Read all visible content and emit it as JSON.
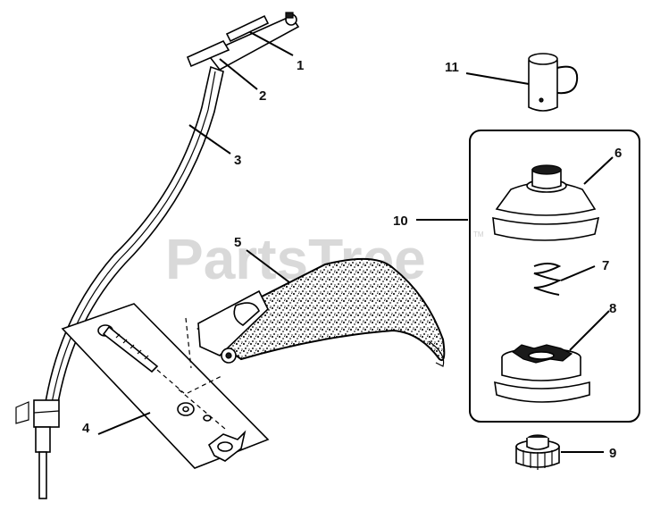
{
  "watermark": {
    "text": "PartsTree",
    "mark": "TM"
  },
  "callouts": [
    {
      "id": "1",
      "label": "1"
    },
    {
      "id": "2",
      "label": "2"
    },
    {
      "id": "3",
      "label": "3"
    },
    {
      "id": "4",
      "label": "4"
    },
    {
      "id": "5",
      "label": "5"
    },
    {
      "id": "6",
      "label": "6"
    },
    {
      "id": "7",
      "label": "7"
    },
    {
      "id": "8",
      "label": "8"
    },
    {
      "id": "9",
      "label": "9"
    },
    {
      "id": "10",
      "label": "10"
    },
    {
      "id": "11",
      "label": "11"
    }
  ],
  "colors": {
    "line": "#000000",
    "watermark": "#d9d9d9",
    "background": "#ffffff"
  }
}
